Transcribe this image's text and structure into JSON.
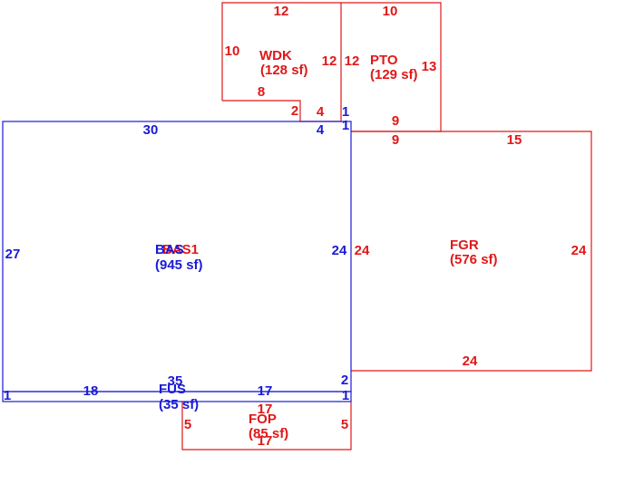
{
  "colors": {
    "main_area": "#1a1ad6",
    "attached_area": "#e01818"
  },
  "areas": {
    "bas": {
      "code": "BAS",
      "overlap_code": "BAS1",
      "sf": "(945 sf)"
    },
    "wdk": {
      "code": "WDK",
      "sf": "(128 sf)"
    },
    "pto": {
      "code": "PTO",
      "sf": "(129 sf)"
    },
    "fgr": {
      "code": "FGR",
      "sf": "(576 sf)"
    },
    "fus": {
      "code": "FUS",
      "sf": "(35 sf)"
    },
    "fop": {
      "code": "FOP",
      "sf": "(85 sf)"
    }
  },
  "dimensions": {
    "wdk_top": "12",
    "wdk_left": "10",
    "wdk_right": "12",
    "wdk_bottom": "8",
    "wdk_step_2": "2",
    "wdk_step_4": "4",
    "pto_top": "10",
    "pto_left": "12",
    "pto_right": "13",
    "pto_bottom": "9",
    "bas_top": "30",
    "bas_top_right": "4",
    "bas_corner_1a": "1",
    "bas_corner_1b": "1",
    "bas_left": "27",
    "bas_right": "24",
    "fgr_top_left": "9",
    "fgr_top": "15",
    "fgr_left": "24",
    "fgr_right": "24",
    "fgr_bottom": "24",
    "fus_left_1": "1",
    "fus_18": "18",
    "fus_35": "35",
    "fus_17": "17",
    "fus_2": "2",
    "fus_right_1": "1",
    "fop_top": "17",
    "fop_left": "5",
    "fop_right": "5",
    "fop_bottom": "17"
  }
}
